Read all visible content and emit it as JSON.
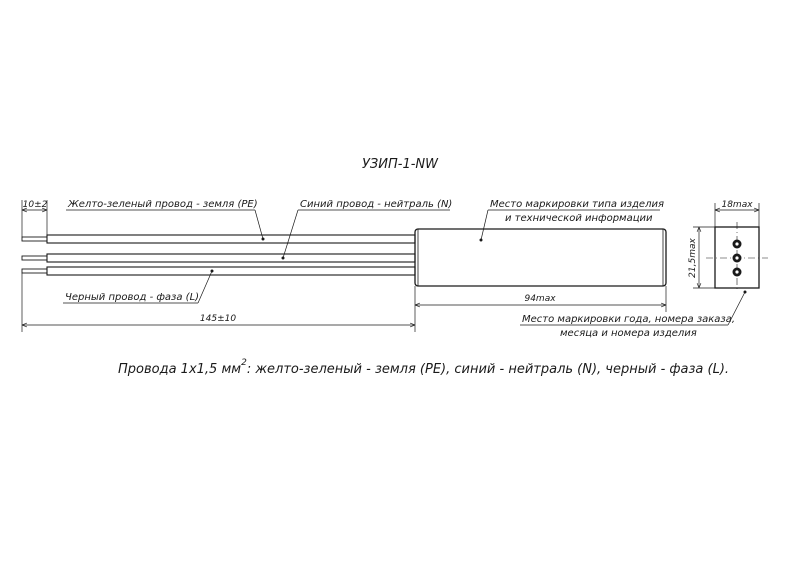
{
  "title": "УЗИП-1-NW",
  "callouts": {
    "wire_yg": "Желто-зеленый провод - земля (PE)",
    "wire_blue": "Синий провод - нейтраль (N)",
    "wire_black": "Черный провод - фаза (L)",
    "marking_type_line1": "Место маркировки типа изделия",
    "marking_type_line2": "и технической информации",
    "marking_date_line1": "Место маркировки года, номера заказа,",
    "marking_date_line2": "месяца и номера изделия"
  },
  "dimensions": {
    "strip_length": "10±2",
    "total_length": "145±10",
    "body_length": "94max",
    "body_width": "18max",
    "body_height": "21,5max"
  },
  "note": {
    "prefix": "Провода 1х1,5 мм",
    "superscript": "2",
    "suffix": ": желто-зеленый - земля (PE), синий - нейтраль (N), черный - фаза (L)."
  }
}
